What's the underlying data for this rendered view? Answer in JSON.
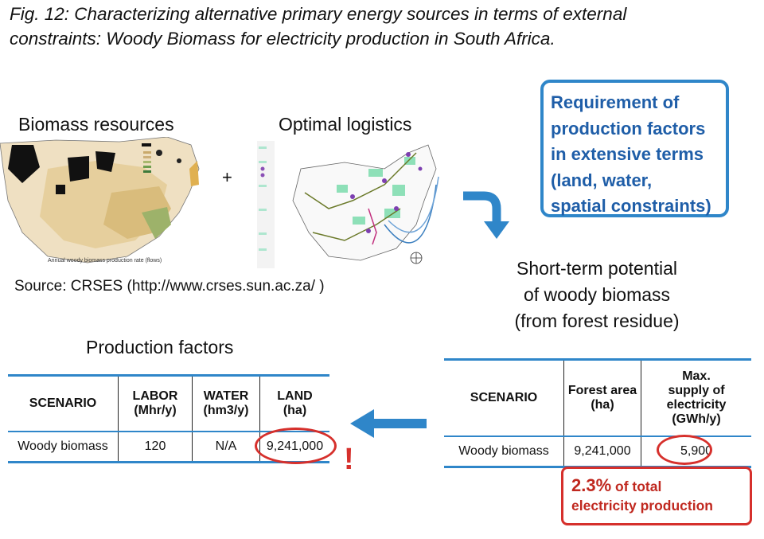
{
  "figure": {
    "title_line1": "Fig. 12: Characterizing alternative primary energy sources in terms of external",
    "title_line2": "constraints: Woody Biomass for electricity production  in South Africa."
  },
  "maps": {
    "biomass_label": "Biomass resources",
    "logistics_label": "Optimal logistics",
    "plus": "+",
    "source": "Source: CRSES (http://www.crses.sun.ac.za/ )",
    "left_map_caption": "Annual woody biomass production rate (flows)"
  },
  "requirement_box": {
    "line1": "Requirement of",
    "line2": "production factors",
    "line3": "in extensive terms",
    "line4": "(land, water,",
    "line5": "spatial constraints)"
  },
  "short_term": {
    "line1": "Short-term potential",
    "line2": "of woody biomass",
    "line3": "(from forest residue)"
  },
  "production_factors": {
    "label": "Production factors",
    "headers": [
      "SCENARIO",
      "LABOR",
      "(Mhr/y)",
      "WATER",
      "(hm3/y)",
      "LAND",
      "(ha)"
    ],
    "row": {
      "scenario": "Woody biomass",
      "labor": "120",
      "water": "N/A",
      "land": "9,241,000"
    }
  },
  "potential_table": {
    "headers": [
      "SCENARIO",
      "Forest area",
      "(ha)",
      "Max.",
      "supply of",
      "electricity",
      "(GWh/y)"
    ],
    "row": {
      "scenario": "Woody biomass",
      "forest_area": "9,241,000",
      "max_supply": "5,900"
    }
  },
  "highlight": {
    "percent": "2.3%",
    "line1_rest": " of total",
    "line2": "electricity production",
    "exclamation": "!"
  },
  "colors": {
    "accent_blue": "#2f86c9",
    "alert_red": "#d6302c",
    "text_blue": "#1f5ea8"
  }
}
